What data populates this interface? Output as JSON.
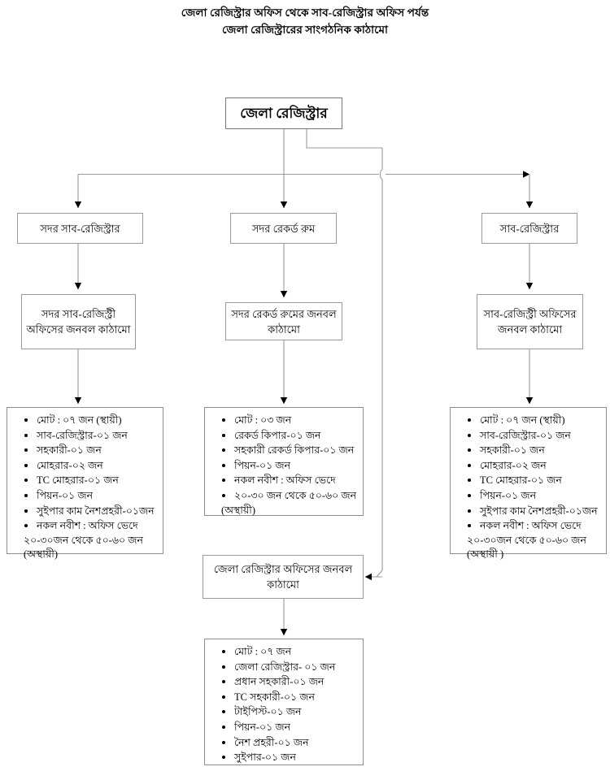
{
  "title": {
    "line1": "জেলা রেজিস্ট্রার অফিস থেকে সাব-রেজিস্ট্রার অফিস পর্যন্ত",
    "line2": "জেলা রেজিস্ট্রারের সাংগঠনিক কাঠামো"
  },
  "nodes": {
    "root": "জেলা রেজিস্ট্রার",
    "sadar_sub_registrar": "সদর সাব-রেজিস্ট্রার",
    "sadar_record_room": "সদর রেকর্ড রুম",
    "sub_registrar": "সাব-রেজিস্ট্রার",
    "sadar_sub_registry_manpower": "সদর সাব-রেজিস্ট্রী অফিসের জনবল কাঠামো",
    "sadar_record_room_manpower": "সদর রেকর্ড রুমের জনবল কাঠামো",
    "sub_registry_manpower": "সাব-রেজিস্ট্রী অফিসের জনবল কাঠামো",
    "district_registrar_office_manpower": "জেলা রেজিস্ট্রার অফিসের জনবল কাঠামো"
  },
  "lists": {
    "sadar_sub_registry": [
      {
        "text": "মোট : ০৭ জন (স্থায়ী)",
        "bullet": true
      },
      {
        "text": "সাব-রেজিস্ট্রার-০১ জন",
        "bullet": true
      },
      {
        "text": "সহকারী-০১ জন",
        "bullet": true
      },
      {
        "text": "মোহরার-০২ জন",
        "bullet": true
      },
      {
        "text": "TC মোহরার-০১ জন",
        "bullet": true
      },
      {
        "text": "পিয়ন-০১ জন",
        "bullet": true
      },
      {
        "text": "সুইপার কাম নৈশপ্রহরী-০১জন",
        "bullet": true
      },
      {
        "text": "নকল নবীশ : অফিস ভেদে",
        "bullet": true
      },
      {
        "text": "২০-৩০জন থেকে ৫০-৬০ জন",
        "bullet": false
      },
      {
        "text": "(অস্থায়ী)",
        "bullet": false
      }
    ],
    "sadar_record_room": [
      {
        "text": "মোট : ০৩ জন",
        "bullet": true
      },
      {
        "text": "রেকর্ড কিপার-০১ জন",
        "bullet": true
      },
      {
        "text": "সহকারী রেকর্ড কিপার-০১ জন",
        "bullet": true
      },
      {
        "text": "পিয়ন-০১ জন",
        "bullet": true
      },
      {
        "text": "নকল নবীশ : অফিস ভেদে",
        "bullet": true
      },
      {
        "text": "২০-৩০ জন থেকে ৫০-৬০ জন",
        "bullet": true
      },
      {
        "text": "(অস্থায়ী)",
        "bullet": false
      }
    ],
    "sub_registry": [
      {
        "text": "মোট : ০৭ জন (স্থায়ী)",
        "bullet": true
      },
      {
        "text": "সাব-রেজিস্ট্রার-০১ জন",
        "bullet": true
      },
      {
        "text": "সহকারী-০১ জন",
        "bullet": true
      },
      {
        "text": "মোহরার-০২ জন",
        "bullet": true
      },
      {
        "text": "TC মোহরার-০১ জন",
        "bullet": true
      },
      {
        "text": "পিয়ন-০১ জন",
        "bullet": true
      },
      {
        "text": "সুইপার কাম নৈশপ্রহরী-০১জন",
        "bullet": true
      },
      {
        "text": "নকল নবীশ : অফিস ভেদে",
        "bullet": true
      },
      {
        "text": "২০-৩০জন থেকে ৫০-৬০ জন",
        "bullet": false
      },
      {
        "text": "(অস্থায়ী )",
        "bullet": false
      }
    ],
    "district_registrar_office": [
      {
        "text": "মোট : ০৭ জন",
        "bullet": true
      },
      {
        "text": "জেলা রেজিস্ট্রার- ০১ জন",
        "bullet": true
      },
      {
        "text": "প্রধান সহকারী-০১ জন",
        "bullet": true
      },
      {
        "text": "TC সহকারী-০১ জন",
        "bullet": true
      },
      {
        "text": "টাইপিস্ট-০১ জন",
        "bullet": true
      },
      {
        "text": "পিয়ন-০১ জন",
        "bullet": true
      },
      {
        "text": "নৈশ প্রহরী-০১ জন",
        "bullet": true
      },
      {
        "text": "সুইপার-০১ জন",
        "bullet": true
      }
    ]
  },
  "colors": {
    "line": "#9a9a9a",
    "arrow": "#000000",
    "box_border": "#8d8d8d",
    "text": "#000000",
    "background": "#ffffff"
  }
}
